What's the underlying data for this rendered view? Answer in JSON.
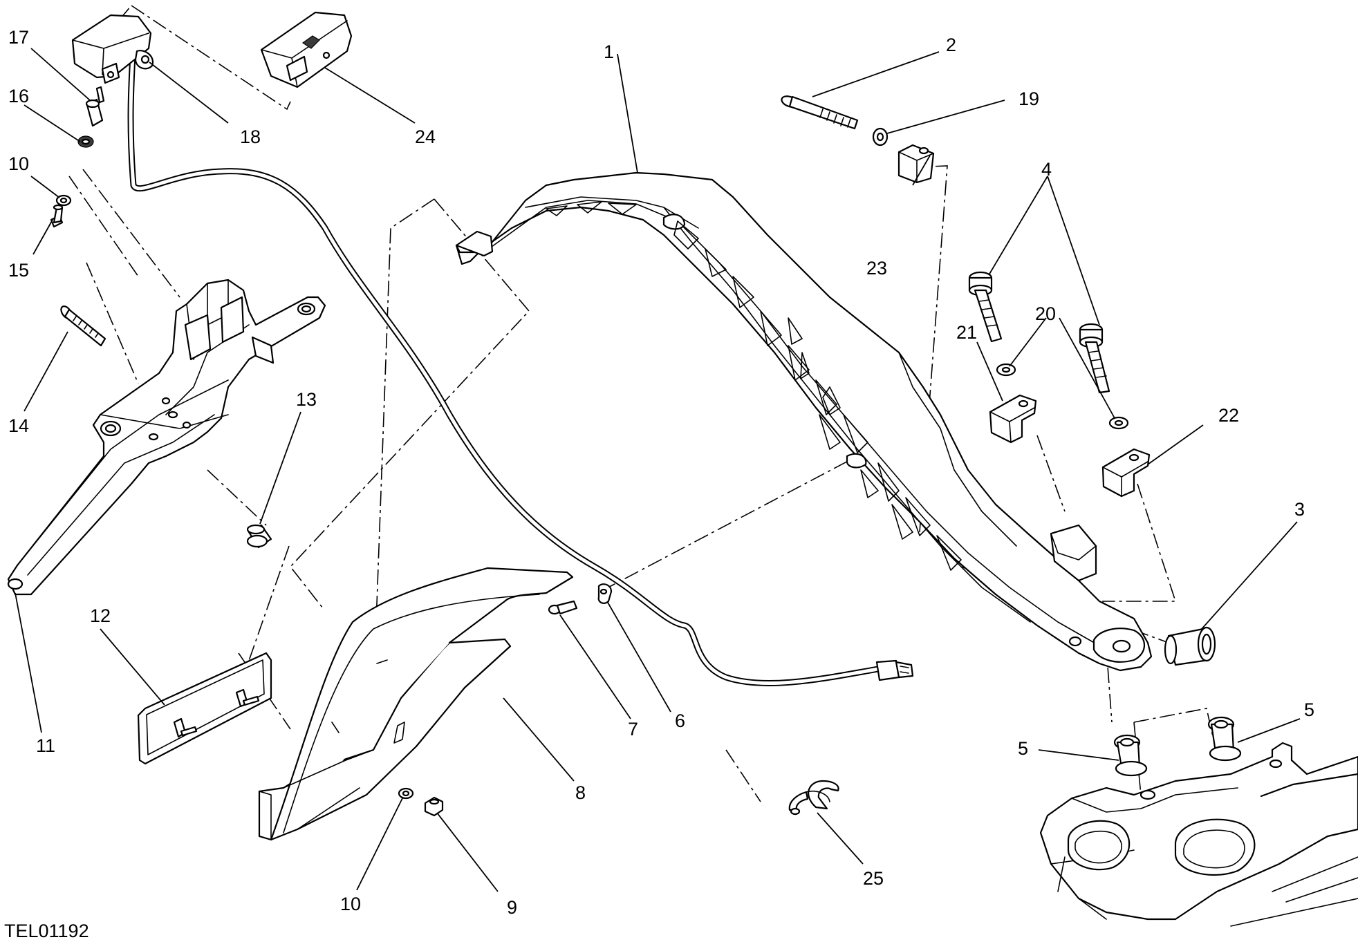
{
  "diagram_code": "TEL01192",
  "callouts": [
    {
      "id": "1",
      "label": "1"
    },
    {
      "id": "2",
      "label": "2"
    },
    {
      "id": "3",
      "label": "3"
    },
    {
      "id": "4",
      "label": "4"
    },
    {
      "id": "5a",
      "label": "5"
    },
    {
      "id": "5b",
      "label": "5"
    },
    {
      "id": "6",
      "label": "6"
    },
    {
      "id": "7",
      "label": "7"
    },
    {
      "id": "8",
      "label": "8"
    },
    {
      "id": "9",
      "label": "9"
    },
    {
      "id": "10a",
      "label": "10"
    },
    {
      "id": "10b",
      "label": "10"
    },
    {
      "id": "11",
      "label": "11"
    },
    {
      "id": "12",
      "label": "12"
    },
    {
      "id": "13",
      "label": "13"
    },
    {
      "id": "14",
      "label": "14"
    },
    {
      "id": "15",
      "label": "15"
    },
    {
      "id": "16",
      "label": "16"
    },
    {
      "id": "17",
      "label": "17"
    },
    {
      "id": "18",
      "label": "18"
    },
    {
      "id": "19",
      "label": "19"
    },
    {
      "id": "20",
      "label": "20"
    },
    {
      "id": "21",
      "label": "21"
    },
    {
      "id": "22",
      "label": "22"
    },
    {
      "id": "23",
      "label": "23"
    },
    {
      "id": "24",
      "label": "24"
    },
    {
      "id": "25",
      "label": "25"
    }
  ]
}
